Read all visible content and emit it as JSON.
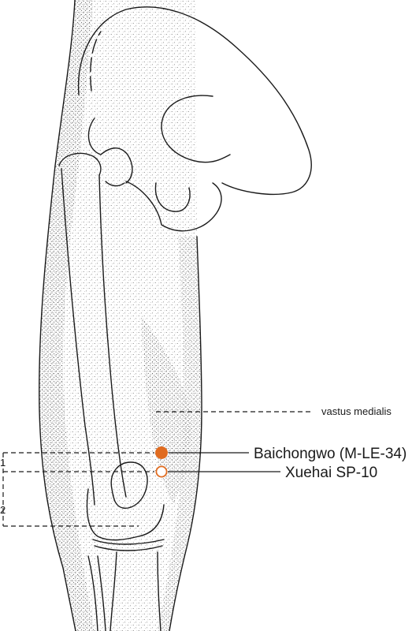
{
  "labels": {
    "muscle": "vastus medialis",
    "point_primary": "Baichongwo (M-LE-34)",
    "point_secondary": "Xuehai SP-10",
    "measure_1": "1",
    "measure_2": "2"
  },
  "colors": {
    "point_fill": "#e06b1f",
    "point_stroke": "#e06b1f",
    "ink": "#1a1a1a",
    "background": "#ffffff"
  }
}
